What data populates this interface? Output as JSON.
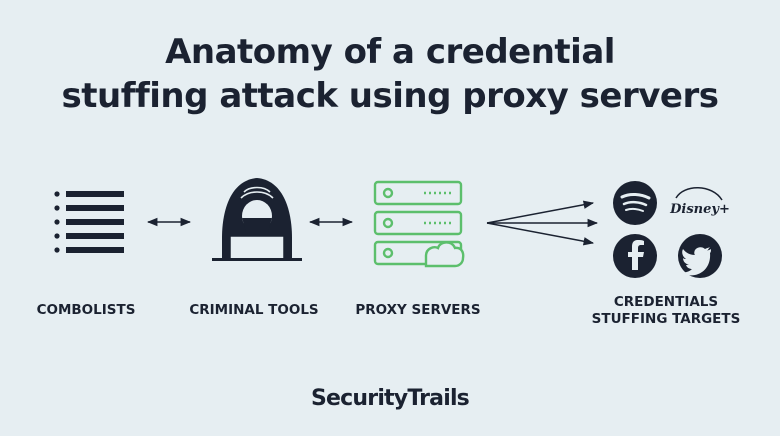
{
  "title": {
    "line1": "Anatomy of a credential",
    "line2": "stuffing attack using proxy servers"
  },
  "nodes": {
    "combolists": "COMBOLISTS",
    "criminal_tools": "CRIMINAL TOOLS",
    "proxy_servers": "PROXY SERVERS",
    "targets_line1": "CREDENTIALS",
    "targets_line2": "STUFFING TARGETS"
  },
  "targets": {
    "disney_logo_text": "Disney+",
    "icons": [
      "spotify-icon",
      "disney-plus-logo",
      "facebook-icon",
      "twitter-icon"
    ]
  },
  "brand": "SecurityTrails",
  "colors": {
    "background": "#e6eef2",
    "dark": "#1b2231",
    "server_green": "#5cbf6c"
  }
}
